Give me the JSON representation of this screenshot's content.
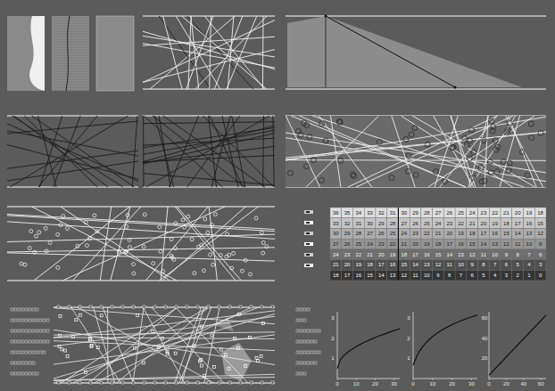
{
  "diagram": {
    "labels": [
      "36",
      "35",
      "34",
      "33",
      "32",
      "31",
      "30",
      "29",
      "28",
      "27",
      "26",
      "25",
      "24",
      "23",
      "22",
      "21",
      "20",
      "19",
      "18",
      "33",
      "32",
      "31",
      "30",
      "29",
      "28",
      "27",
      "26",
      "25",
      "24",
      "23",
      "22",
      "21",
      "20",
      "19",
      "18",
      "17",
      "16",
      "15",
      "30",
      "29",
      "28",
      "27",
      "26",
      "25",
      "24",
      "23",
      "22",
      "21",
      "20",
      "19",
      "18",
      "17",
      "16",
      "15",
      "14",
      "13",
      "12",
      "27",
      "26",
      "25",
      "24",
      "23",
      "22",
      "21",
      "20",
      "19",
      "18",
      "17",
      "16",
      "15",
      "14",
      "13",
      "12",
      "11",
      "10",
      "9",
      "24",
      "23",
      "22",
      "21",
      "20",
      "19",
      "18",
      "17",
      "16",
      "15",
      "14",
      "13",
      "12",
      "11",
      "10",
      "9",
      "8",
      "7",
      "6",
      "21",
      "20",
      "19",
      "18",
      "17",
      "16",
      "15",
      "14",
      "13",
      "12",
      "11",
      "10",
      "9",
      "8",
      "7",
      "6",
      "5",
      "4",
      "3",
      "18",
      "17",
      "16",
      "15",
      "14",
      "13",
      "12",
      "11",
      "10",
      "9",
      "8",
      "7",
      "6",
      "5",
      "4",
      "3",
      "2",
      "1",
      "0",
      "0",
      "10",
      "20",
      "30",
      "1",
      "2",
      "3",
      "0",
      "10",
      "20",
      "30",
      "1",
      "2",
      "3",
      "0",
      "20",
      "40",
      "60",
      "20",
      "40",
      "60"
    ]
  }
}
